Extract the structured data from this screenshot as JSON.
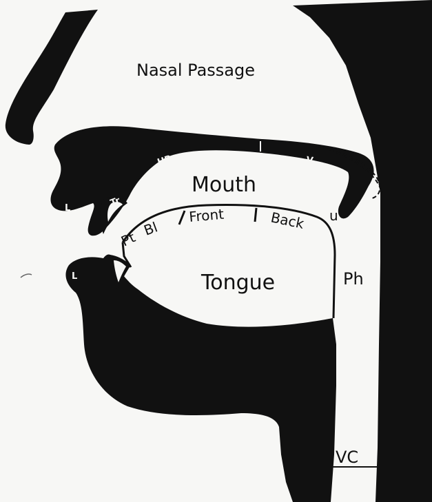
{
  "labels": {
    "nasal_passage": "Nasal Passage",
    "mouth": "Mouth",
    "tongue": "Tongue",
    "front": "Front",
    "back": "Back",
    "pt": "Pt",
    "bl": "Bl",
    "ph": "Ph",
    "vc": "VC",
    "u": "u",
    "hp": "HP",
    "v": "V",
    "tr": "Tr",
    "l_upper": "L",
    "l_lower": "L"
  },
  "colors": {
    "ink": "#111111",
    "paper": "#f7f7f5"
  }
}
